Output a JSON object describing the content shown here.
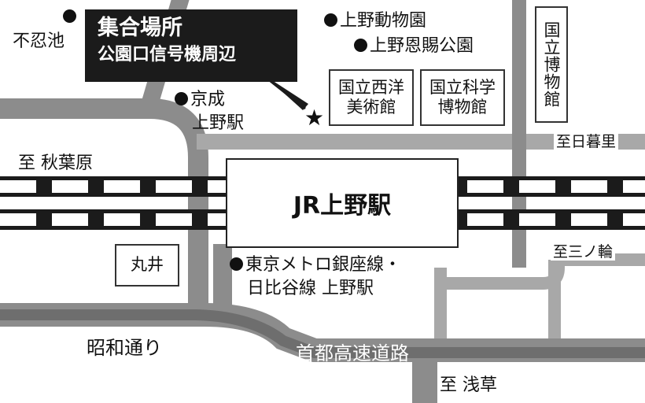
{
  "callout": {
    "title": "集合場所",
    "subtitle": "公園口信号機周辺"
  },
  "markers": {
    "meeting_point_symbol": "★"
  },
  "labels": {
    "shinobazu_pond": "不忍池",
    "ueno_zoo": "上野動物園",
    "onshi_park": "上野恩賜公園",
    "keisei_line1": "京成",
    "keisei_line2": "上野駅",
    "akihabara": "至 秋葉原",
    "nippori": "至日暮里",
    "minowa": "至三ノ輪",
    "metro_line1": "東京メトロ銀座線・",
    "metro_line2": "日比谷線 上野駅",
    "showa_dori": "昭和通り",
    "expressway": "首都高速道路",
    "asakusa": "至 浅草"
  },
  "boxes": {
    "western_art_1": "国立西洋",
    "western_art_2": "美術館",
    "science_1": "国立科学",
    "science_2": "博物館",
    "national_museum": "国立博物館",
    "marui": "丸井"
  },
  "station": {
    "name": "JR上野駅"
  },
  "icons": {
    "station_dot": "black-circle-icon",
    "meeting_point": "star-icon"
  },
  "colors": {
    "road": "#8c8c8c",
    "road_light": "#a8a8a8",
    "expressway": "#6e6e6e",
    "rail": "#1b1b1b",
    "background": "#ffffff",
    "callout": "#1b1b1b"
  }
}
